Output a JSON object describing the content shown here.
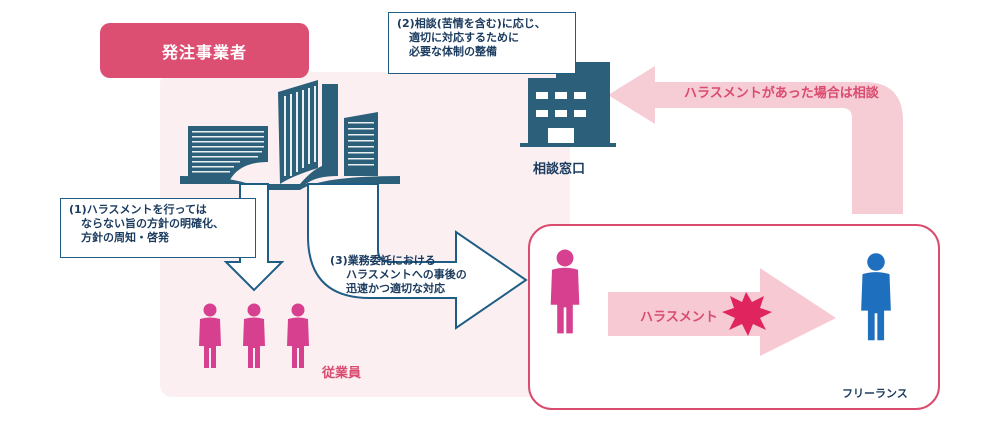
{
  "header": {
    "title": "発注事業者"
  },
  "notes": {
    "note1": [
      "(1)ハラスメントを行っては",
      "ならない旨の方針の明確化、",
      "方針の周知・啓発"
    ],
    "note2": [
      "(2)相談(苦情を含む)に応じ、",
      "適切に対応するために",
      "必要な体制の整備"
    ],
    "note3": [
      "(3)業務委託における",
      "ハラスメントへの事後の",
      "迅速かつ適切な対応"
    ]
  },
  "labels": {
    "consultation_window": "相談窓口",
    "employees": "従業員",
    "freelance": "フリーランス",
    "harassment": "ハラスメント",
    "consult_arrow": "ハラスメントがあった場合は相談"
  },
  "colors": {
    "primary_pink": "#dc4f73",
    "navy": "#1a3a5e",
    "teal_building": "#2b5f7a",
    "figure_pink": "#d6408f",
    "figure_blue": "#1f6fbf"
  }
}
